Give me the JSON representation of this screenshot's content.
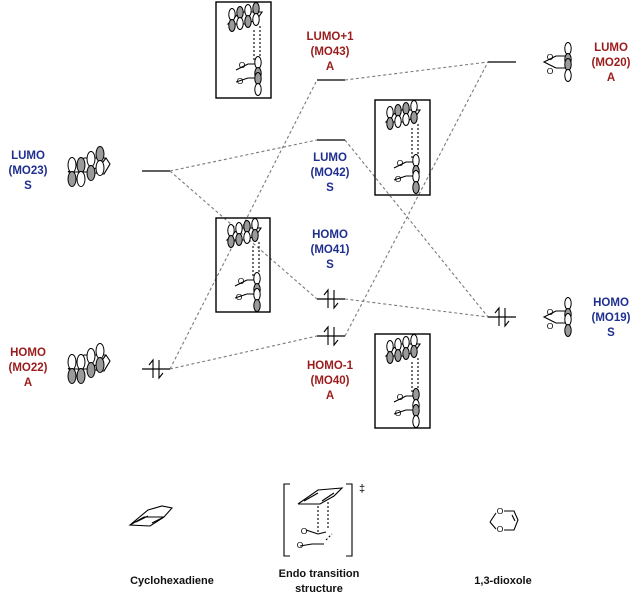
{
  "orbitals": {
    "cyclohexadiene_lumo": {
      "label": "LUMO",
      "mo": "(MO23)",
      "sym": "S"
    },
    "cyclohexadiene_homo": {
      "label": "HOMO",
      "mo": "(MO22)",
      "sym": "A"
    },
    "ts_lumo_plus_1": {
      "label": "LUMO+1",
      "mo": "(MO43)",
      "sym": "A"
    },
    "ts_lumo": {
      "label": "LUMO",
      "mo": "(MO42)",
      "sym": "S"
    },
    "ts_homo": {
      "label": "HOMO",
      "mo": "(MO41)",
      "sym": "S"
    },
    "ts_homo_minus_1": {
      "label": "HOMO-1",
      "mo": "(MO40)",
      "sym": "A"
    },
    "dioxole_lumo": {
      "label": "LUMO",
      "mo": "(MO20)",
      "sym": "A"
    },
    "dioxole_homo": {
      "label": "HOMO",
      "mo": "(MO19)",
      "sym": "S"
    }
  },
  "captions": {
    "left": "Cyclohexadiene",
    "middle_line1": "Endo transition",
    "middle_line2": "structure",
    "right": "1,3-dioxole"
  },
  "structure_text": {
    "oxygen": "O",
    "double_dagger": "‡"
  },
  "colors": {
    "occupied_label": "#9b1c1c",
    "virtual_label": "#1f2f8f",
    "correlation_line": "#7a7a7a",
    "lobe_shaded": "#9a9a9a"
  }
}
